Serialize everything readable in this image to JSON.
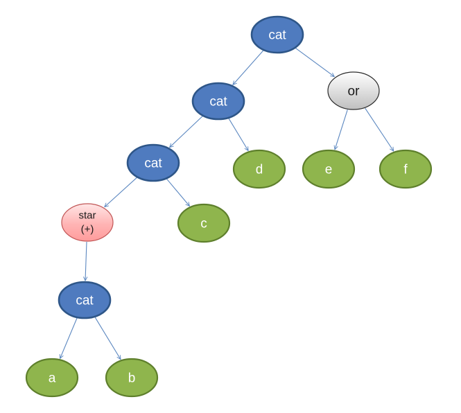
{
  "colors": {
    "concat_fill": "#4f7bbf",
    "concat_stroke": "#2e5688",
    "leaf_fill": "#8fb54d",
    "leaf_stroke": "#5e7f2c",
    "star_fill": "#ffb0b0",
    "star_stroke": "#c15656",
    "or_fill": "#d6d6d6",
    "or_stroke": "#2b2b2b",
    "edge": "#5b87c0"
  },
  "nodes": [
    {
      "id": "root",
      "kind": "concat",
      "label": "cat"
    },
    {
      "id": "cat2",
      "kind": "concat",
      "label": "cat"
    },
    {
      "id": "or",
      "kind": "or",
      "label": "or"
    },
    {
      "id": "cat3",
      "kind": "concat",
      "label": "cat"
    },
    {
      "id": "d",
      "kind": "leaf",
      "label": "d"
    },
    {
      "id": "e",
      "kind": "leaf",
      "label": "e"
    },
    {
      "id": "f",
      "kind": "leaf",
      "label": "f"
    },
    {
      "id": "star",
      "kind": "star",
      "label": "star",
      "label2": "(+)"
    },
    {
      "id": "c",
      "kind": "leaf",
      "label": "c"
    },
    {
      "id": "cat4",
      "kind": "concat",
      "label": "cat"
    },
    {
      "id": "a",
      "kind": "leaf",
      "label": "a"
    },
    {
      "id": "b",
      "kind": "leaf",
      "label": "b"
    }
  ],
  "edges": [
    {
      "from": "root",
      "to": "cat2"
    },
    {
      "from": "root",
      "to": "or"
    },
    {
      "from": "cat2",
      "to": "cat3"
    },
    {
      "from": "cat2",
      "to": "d"
    },
    {
      "from": "or",
      "to": "e"
    },
    {
      "from": "or",
      "to": "f"
    },
    {
      "from": "cat3",
      "to": "star"
    },
    {
      "from": "cat3",
      "to": "c"
    },
    {
      "from": "star",
      "to": "cat4"
    },
    {
      "from": "cat4",
      "to": "a"
    },
    {
      "from": "cat4",
      "to": "b"
    }
  ]
}
